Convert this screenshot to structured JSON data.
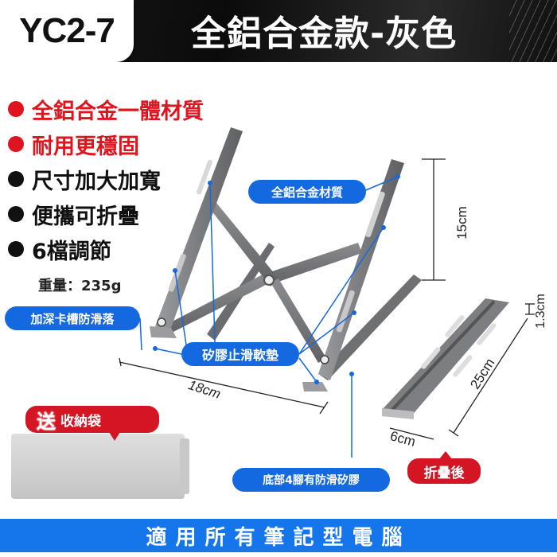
{
  "header": {
    "model": "YC2-7",
    "title": "全鋁合金款-灰色"
  },
  "features": [
    {
      "text": "全鋁合金一體材質",
      "color": "#e0141e"
    },
    {
      "text": "耐用更穩固",
      "color": "#e0141e"
    },
    {
      "text": "尺寸加大加寬",
      "color": "#111111"
    },
    {
      "text": "便攜可折疊",
      "color": "#111111"
    },
    {
      "text": "6檔調節",
      "color": "#111111"
    }
  ],
  "weight": "重量：235g",
  "callouts": {
    "groove": "加深卡槽防滑落",
    "material": "全鋁合金材質",
    "pads": "矽膠止滑軟墊",
    "feet": "底部4腳有防滑矽膠"
  },
  "dimensions": {
    "height": "15cm",
    "width": "18cm",
    "folded_thickness": "1.3cm",
    "folded_length": "25cm",
    "folded_width": "6cm"
  },
  "labels": {
    "folded": "折疊後",
    "gift_prefix": "送",
    "gift_item": "收納袋"
  },
  "footer": "適用所有筆記型電腦",
  "colors": {
    "accent_blue": "#1569e0",
    "accent_red": "#d41523",
    "footer_blue": "#1476ea",
    "metal_gray": "#7a7c80"
  }
}
